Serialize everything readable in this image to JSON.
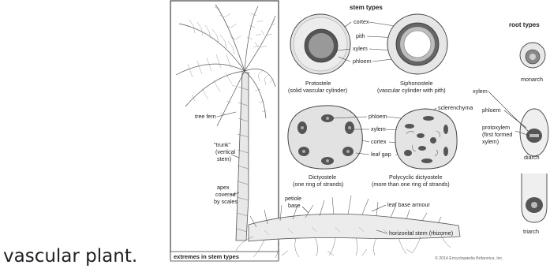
{
  "caption": "vascular plant.",
  "figure": {
    "heading_stem": "stem types",
    "heading_root": "root types",
    "protostele_labels": [
      "cortex",
      "pith",
      "xylem",
      "phloem"
    ],
    "protostele": {
      "name": "Protostele",
      "sub": "(solid vascular cylinder)"
    },
    "siphonostele": {
      "name": "Siphonostele",
      "sub": "(vascular cylinder with pith)"
    },
    "dictyostele_labels": [
      "phloem",
      "xylem",
      "cortex",
      "leaf gap"
    ],
    "sclerenchyma": "sclerenchyma",
    "dictyostele": {
      "name": "Dictyostele",
      "sub": "(one ring of strands)"
    },
    "polycyclic": {
      "name": "Polycyclic dictyostele",
      "sub": "(more than one ring of strands)"
    },
    "tree_fern": "tree fern",
    "trunk": [
      "\"trunk\"",
      "(vertical",
      "stem)"
    ],
    "apex": [
      "apex",
      "covered",
      "by scales"
    ],
    "petiole": [
      "petiole",
      "base"
    ],
    "leaf_base_armour": "leaf base armour",
    "rhizome": "horizontal stem (rhizome)",
    "extremes": "extremes in stem types",
    "root_xylem": "xylem",
    "root_phloem": "phloem",
    "protoxylem": [
      "protoxylem",
      "(first formed",
      "xylem)"
    ],
    "monarch": "monarch",
    "diarch": "diarch",
    "triarch": "triarch",
    "copyright": "© 2014 Encyclopædia Britannica, Inc."
  }
}
